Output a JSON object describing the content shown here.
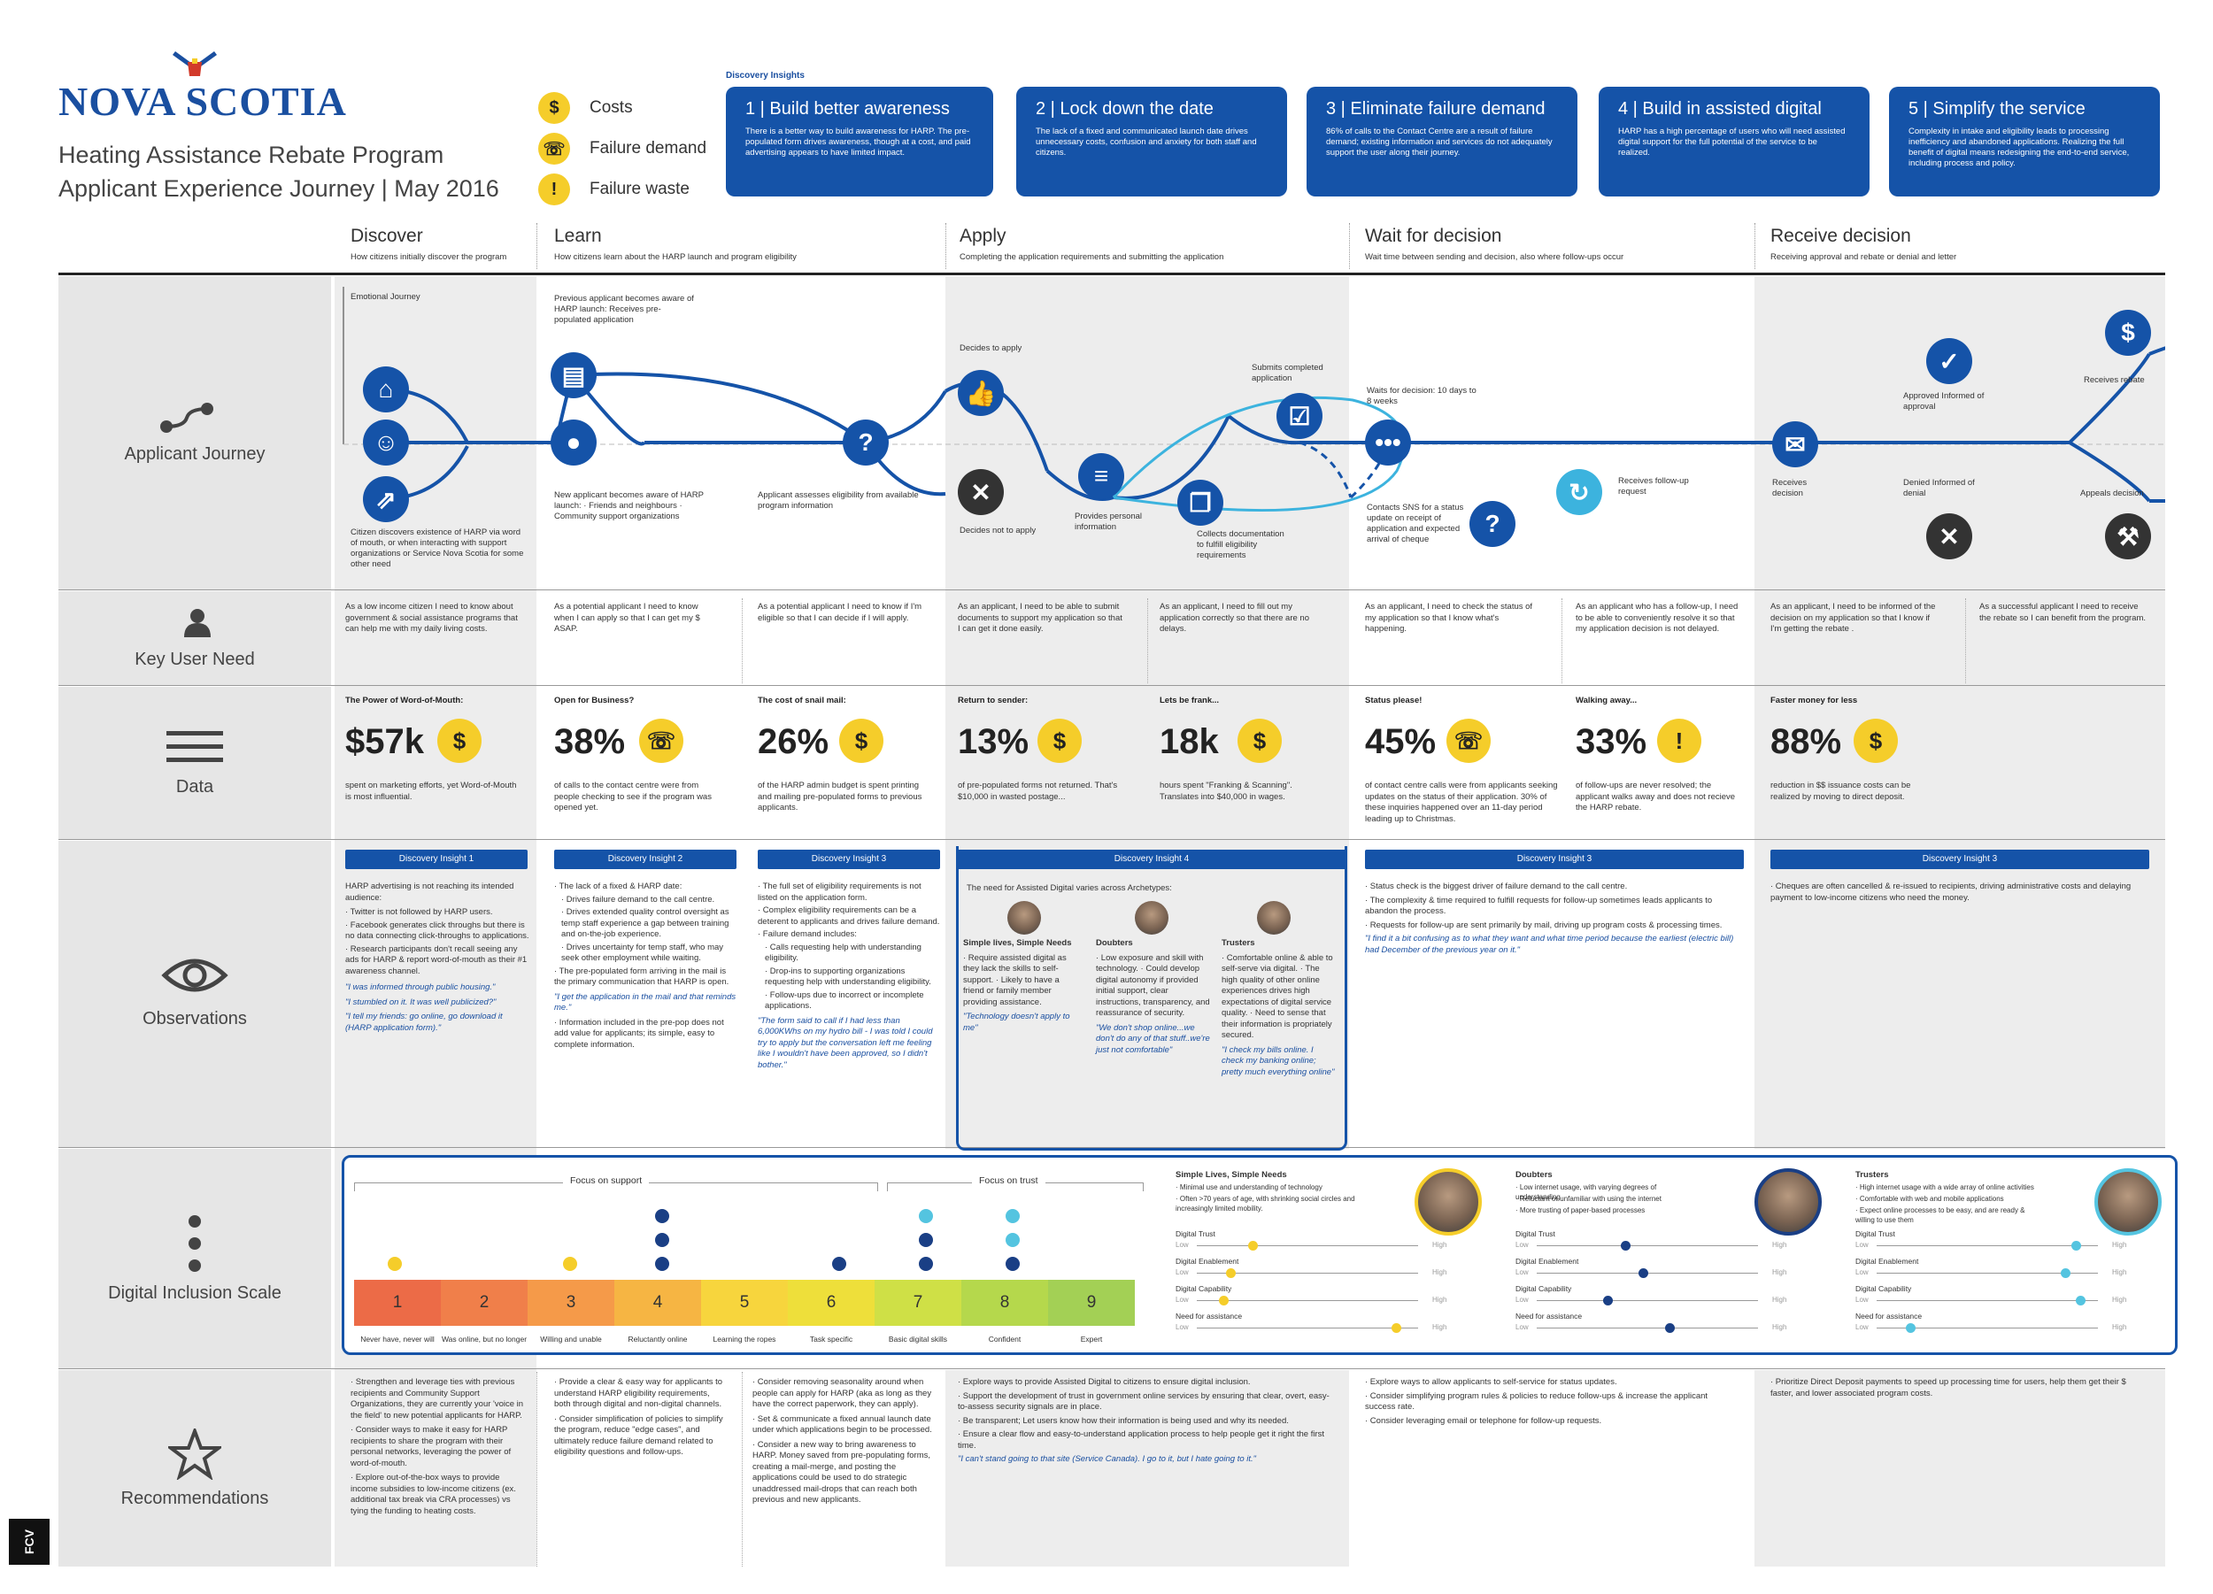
{
  "header": {
    "logo_text": "NOVA SCOTIA",
    "program_title": "Heating Assistance Rebate Program",
    "journey_subtitle": "Applicant Experience Journey  |   May 2016",
    "legend": [
      {
        "icon": "dollar-icon",
        "glyph": "$",
        "label": "Costs"
      },
      {
        "icon": "phone-hand-icon",
        "glyph": "☏",
        "label": "Failure demand"
      },
      {
        "icon": "exclamation-icon",
        "glyph": "!",
        "label": "Failure waste"
      }
    ]
  },
  "insights": {
    "label": "Discovery Insights",
    "cards": [
      {
        "title": "1  |  Build better awareness",
        "body": "There is a better way to build awareness for HARP. The pre-populated form drives awareness, though at a cost, and paid advertising appears to have limited impact."
      },
      {
        "title": "2  |  Lock down the date",
        "body": "The lack of a fixed and communicated launch date drives unnecessary costs, confusion and anxiety for both staff and citizens."
      },
      {
        "title": "3  |  Eliminate failure demand",
        "body": "86% of calls to the Contact Centre are a result of failure demand; existing information and services do not adequately support the user along their journey."
      },
      {
        "title": "4  |  Build in assisted digital",
        "body": "HARP has a high percentage of users who will need assisted digital support for the full potential of the service to be realized."
      },
      {
        "title": "5  |  Simplify the service",
        "body": "Complexity in intake and eligibility leads to processing inefficiency and abandoned applications. Realizing the full benefit of digital means redesigning the end-to-end service, including process and policy."
      }
    ]
  },
  "stages": [
    {
      "title": "Discover",
      "desc": "How citizens initially discover the program"
    },
    {
      "title": "Learn",
      "desc": "How citizens learn about the HARP launch and program eligibility"
    },
    {
      "title": "Apply",
      "desc": "Completing the application requirements and submitting the application"
    },
    {
      "title": "Wait for decision",
      "desc": "Wait time between sending and decision, also where follow-ups occur"
    },
    {
      "title": "Receive decision",
      "desc": "Receiving approval and rebate or denial and letter"
    }
  ],
  "rows": {
    "journey": "Applicant Journey",
    "need": "Key User Need",
    "data": "Data",
    "observations": "Observations",
    "inclusion": "Digital Inclusion Scale",
    "recommendations": "Recommendations"
  },
  "journey": {
    "emotional_label": "Emotional Journey",
    "discover_label": "Citizen discovers existence of HARP via word of mouth, or when interacting with support organizations or Service Nova Scotia for some other need",
    "previous_label": "Previous applicant becomes aware of HARP launch: Receives pre-populated application",
    "new_label": "New applicant becomes aware of HARP launch: · Friends and neighbours · Community support organizations",
    "assess_label": "Applicant assesses eligibility from available program information",
    "decides_apply": "Decides to apply",
    "decides_not": "Decides not to apply",
    "personal_info": "Provides personal information",
    "collects_docs": "Collects documentation to fulfill eligibility requirements",
    "submits": "Submits completed application",
    "waits": "Waits for decision: 10 days to 8 weeks",
    "contacts": "Contacts SNS for a status update on receipt of application and expected arrival of cheque",
    "followup": "Receives follow-up request",
    "receives_decision": "Receives decision",
    "approved": "Approved Informed of approval",
    "receives_rebate": "Receives rebate",
    "denied": "Denied Informed of denial",
    "appeals": "Appeals decision"
  },
  "needs": [
    "As a low income citizen I need to know about government & social assistance programs that can help me with my daily living costs.",
    "As a potential applicant I need to know when I can apply so that I can get my $ ASAP.",
    "As a potential applicant I need to know if I'm eligible so that I can decide if I will apply.",
    "As an applicant, I need to be able to submit documents to support my application so that I can get it done easily.",
    "As an applicant, I need to fill out my application correctly so that there are no delays.",
    "As an applicant, I need to check the status of my application so that I know what's happening.",
    "As an applicant who has a follow-up, I need to be able to conveniently resolve it so that my application decision is not delayed.",
    "As an applicant, I need to be informed of the decision on my application so that I know if I'm getting the rebate .",
    "As a successful applicant I need to receive the rebate so I can benefit from the program."
  ],
  "data_items": [
    {
      "head": "The Power of Word-of-Mouth:",
      "value": "$57k",
      "icon": "$",
      "desc": "spent on marketing efforts, yet Word-of-Mouth is most influential."
    },
    {
      "head": "Open for Business?",
      "value": "38%",
      "icon": "☏",
      "desc": "of calls to the contact centre were from people checking to see if the program was opened yet."
    },
    {
      "head": "The cost of snail mail:",
      "value": "26%",
      "icon": "$",
      "desc": "of the HARP admin budget is spent printing and mailing pre-populated forms to previous applicants."
    },
    {
      "head": "Return to sender:",
      "value": "13%",
      "icon": "$",
      "desc": "of pre-populated forms not returned. That's $10,000 in wasted postage..."
    },
    {
      "head": "Lets be frank...",
      "value": "18k",
      "icon": "$",
      "desc": "hours spent \"Franking & Scanning\". Translates into $40,000 in wages."
    },
    {
      "head": "Status please!",
      "value": "45%",
      "icon": "☏",
      "desc": "of contact centre calls were from applicants seeking updates on the status of their application. 30% of these inquiries happened over an 11-day period leading up to Christmas."
    },
    {
      "head": "Walking away...",
      "value": "33%",
      "icon": "!",
      "desc": "of follow-ups are never resolved; the applicant walks away and does not recieve the HARP rebate."
    },
    {
      "head": "Faster money for less",
      "value": "88%",
      "icon": "$",
      "desc": "reduction in $$ issuance costs can be realized by moving to direct deposit."
    }
  ],
  "observations": {
    "tags": [
      "Discovery Insight 1",
      "Discovery Insight 2",
      "Discovery Insight 3",
      "Discovery Insight 4",
      "Discovery Insight 3",
      "Discovery Insight 3"
    ],
    "col1": [
      "HARP advertising is not reaching its intended audience:",
      "· Twitter is not followed by HARP users.",
      "· Facebook generates click throughs but there is no data connecting click-throughs to applications.",
      "· Research participants don't recall seeing any ads for HARP & report word-of-mouth as their #1 awareness channel."
    ],
    "col1_quotes": [
      "\"I was informed through public housing.\"",
      "\"I stumbled on it. It was well publicized?\"",
      "\"I tell my friends: go online, go download it (HARP application form).\""
    ],
    "col2": [
      "· The lack of a fixed & HARP date:",
      "· Drives failure demand to the call centre.",
      "· Drives extended quality control oversight as temp staff experience a gap between training and on-the-job experience.",
      "· Drives uncertainty for temp staff, who may seek other employment while waiting.",
      "· The pre-populated form arriving in the mail is the primary communication that HARP is open."
    ],
    "col2_quotes": [
      "\"I get the application in the mail and that reminds me.\""
    ],
    "col2_more": "· Information included in the pre-pop does not add value for applicants; its simple, easy to complete information.",
    "col3": [
      "· The full set of eligibility requirements is not listed on the application form.",
      "· Complex eligibility requirements can be a deterent to applicants and drives failure demand.",
      "· Failure demand includes:",
      "· Calls requesting help with understanding eligibility.",
      "· Drop-ins to supporting organizations requesting help with understanding eligibility.",
      "· Follow-ups due to incorrect or incomplete applications."
    ],
    "col3_quotes": [
      "\"The form said to call if I had less than 6,000KWhs on my hydro bill - I was told I could try to apply but the conversation left me feeling like I wouldn't have been approved, so I didn't bother.\""
    ],
    "col4_intro": "The need for Assisted Digital varies across Archetypes:",
    "archetypes": [
      {
        "name": "Simple lives, Simple Needs",
        "points": "· Require assisted digital as they lack the skills to self-support. · Likely to have a friend or family member providing assistance.",
        "quote": "\"Technology doesn't apply to me\""
      },
      {
        "name": "Doubters",
        "points": "· Low exposure and skill with technology. · Could develop digital autonomy if provided initial support, clear instructions, transparency, and reassurance of security.",
        "quote": "\"We don't shop online...we don't do any of that stuff..we're just not comfortable\""
      },
      {
        "name": "Trusters",
        "points": "· Comfortable online & able to self-serve via digital. · The high quality of other online experiences drives high expectations of digital service quality. · Need to sense that their information is propriately secured.",
        "quote": "\"I check my bills online. I check my banking online; pretty much everything online\""
      }
    ],
    "col5": [
      "· Status check is the biggest driver of failure demand to the call centre.",
      "· The complexity & time required to fulfill requests for follow-up sometimes leads applicants to abandon the process.",
      "· Requests for follow-up are sent primarily by mail, driving up program costs & processing times."
    ],
    "col5_quote": "\"I find it a bit confusing as to what they want and what time period because the earliest (electric bill) had December of the previous year on it.\"",
    "col6": "· Cheques are often cancelled & re-issued to recipients, driving administrative costs and delaying payment to low-income citizens who need the money."
  },
  "inclusion": {
    "focus_support": "Focus on support",
    "focus_trust": "Focus on trust",
    "scale": [
      {
        "n": "1",
        "label": "Never have, never will",
        "color": "#ec6b47"
      },
      {
        "n": "2",
        "label": "Was online, but no longer",
        "color": "#f07f4a"
      },
      {
        "n": "3",
        "label": "Willing and unable",
        "color": "#f59a49"
      },
      {
        "n": "4",
        "label": "Reluctantly online",
        "color": "#f6b543"
      },
      {
        "n": "5",
        "label": "Learning the ropes",
        "color": "#f7d53d"
      },
      {
        "n": "6",
        "label": "Task specific",
        "color": "#eedf3a"
      },
      {
        "n": "7",
        "label": "Basic digital skills",
        "color": "#cfe046"
      },
      {
        "n": "8",
        "label": "Confident",
        "color": "#b5d84c"
      },
      {
        "n": "9",
        "label": "Expert",
        "color": "#a3d055"
      }
    ],
    "personas": [
      {
        "name": "Simple Lives, Simple Needs",
        "bullets": [
          "· Minimal use and understanding of technology",
          "· Often >70 years of age, with shrinking social circles and increasingly limited mobility."
        ],
        "color": "#f5cd2a",
        "sliders": [
          {
            "label": "Digital Trust",
            "value": 0.25
          },
          {
            "label": "Digital Enablement",
            "value": 0.15
          },
          {
            "label": "Digital Capability",
            "value": 0.12
          },
          {
            "label": "Need for assistance",
            "value": 0.9
          }
        ]
      },
      {
        "name": "Doubters",
        "bullets": [
          "· Low internet usage, with varying degrees of understanding",
          "· Reluctant or unfamiliar with using the internet",
          "· More trusting of paper-based processes"
        ],
        "color": "#1a3f85",
        "sliders": [
          {
            "label": "Digital Trust",
            "value": 0.4
          },
          {
            "label": "Digital Enablement",
            "value": 0.48
          },
          {
            "label": "Digital Capability",
            "value": 0.32
          },
          {
            "label": "Need for assistance",
            "value": 0.6
          }
        ]
      },
      {
        "name": "Trusters",
        "bullets": [
          "· High internet usage with a wide array of online activities",
          "· Comfortable with web and mobile applications",
          "· Expect online processes to be easy, and are ready & willing to use them"
        ],
        "color": "#54c4e0",
        "sliders": [
          {
            "label": "Digital Trust",
            "value": 0.9
          },
          {
            "label": "Digital Enablement",
            "value": 0.85
          },
          {
            "label": "Digital Capability",
            "value": 0.92
          },
          {
            "label": "Need for assistance",
            "value": 0.15
          }
        ]
      }
    ],
    "low": "Low",
    "high": "High"
  },
  "recommendations": {
    "col1": [
      "· Strengthen and leverage ties with previous recipients and Community Support Organizations, they are currently your 'voice in the field' to new potential applicants for HARP.",
      "· Consider ways to make it easy for HARP recipients to share the program with their personal networks, leveraging the power of word-of-mouth.",
      "· Explore out-of-the-box ways to provide income subsidies to low-income citizens (ex. additional tax break via CRA processes) vs tying the funding to heating costs."
    ],
    "col2": [
      "· Provide a clear & easy way for applicants to understand HARP eligibility requirements, both through digital and non-digital channels.",
      "· Consider simplification of policies to simplify the program, reduce \"edge cases\", and ultimately reduce failure demand related to eligibility questions and follow-ups."
    ],
    "col3": [
      "· Consider removing seasonality around when people can apply for HARP (aka as long as they have the correct paperwork, they can apply).",
      "· Set & communicate a fixed annual launch date under which applications begin to be processed.",
      "· Consider a new way to bring awareness to HARP. Money saved from pre-populating forms, creating a mail-merge, and posting the applications could be used to do strategic unaddressed mail-drops that can reach both previous and new applicants."
    ],
    "col4": [
      "· Explore ways to provide Assisted Digital to citizens to ensure digital inclusion.",
      "· Support the development of trust in government online services by ensuring that clear, overt, easy-to-assess security signals are in place.",
      "· Be transparent; Let users know how their information is being used and why its needed.",
      "· Ensure a clear flow and easy-to-understand application process to help people get it right the first time."
    ],
    "col4_quote": "\"I can't stand going to that site (Service Canada). I go to it, but I hate going to it.\"",
    "col5": [
      "· Explore ways to allow applicants to self-service for status updates.",
      "· Consider simplifying program rules & policies to reduce follow-ups & increase the applicant success rate.",
      "· Consider leveraging email or telephone for follow-up requests."
    ],
    "col6": "· Prioritize Direct Deposit payments to speed up processing time for users, help them get their $ faster, and lower associated program costs."
  },
  "footer_mark": "FCV",
  "colors": {
    "accent": "#1553a8",
    "coin": "#f5cd2a",
    "light_blue": "#3cb3de",
    "band": "#ededed"
  }
}
